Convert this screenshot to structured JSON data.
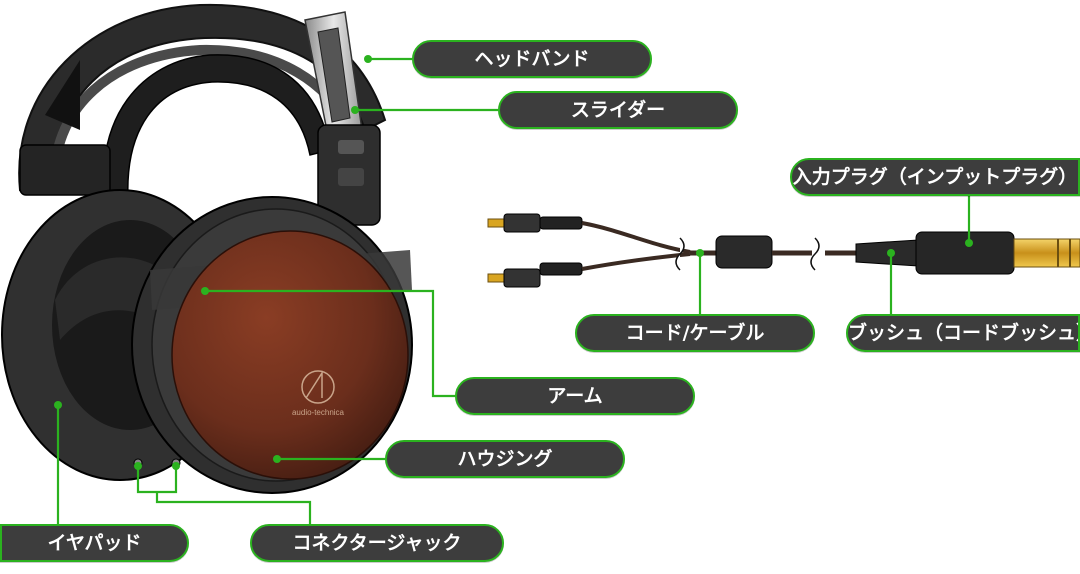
{
  "colors": {
    "leader": "#2bb21f",
    "label_bg": "#3d3d3d",
    "label_text": "#ffffff",
    "wood": "#6b2e1c",
    "shell": "#2a2a2a",
    "plug_gold": "#d9a521"
  },
  "logo_text": "audio-technica",
  "labels": {
    "headband": "ヘッドバンド",
    "slider": "スライダー",
    "input_plug": "入力プラグ（インプットプラグ）",
    "cord_cable": "コード/ケーブル",
    "bush": "ブッシュ（コードブッシュ）",
    "arm": "アーム",
    "housing": "ハウジング",
    "earpad": "イヤパッド",
    "connector_jack": "コネクタージャック"
  }
}
